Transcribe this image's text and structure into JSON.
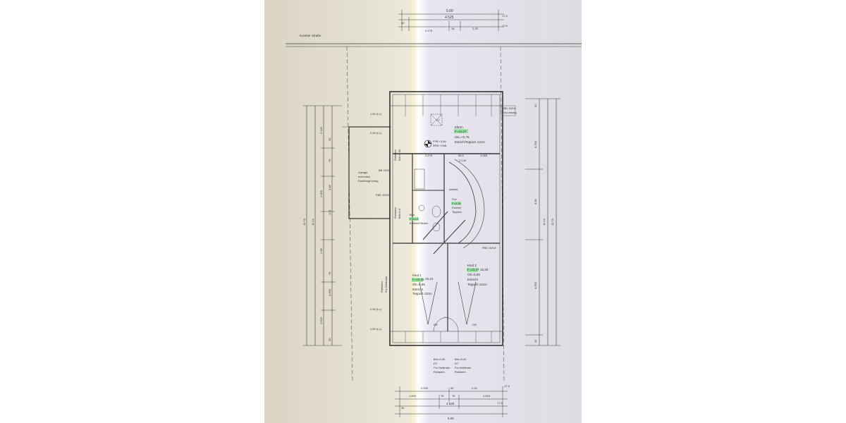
{
  "street": "Komber Straße",
  "top_dims": {
    "overall": "5.00",
    "inner": "4.525",
    "left_wall": "30",
    "seg_a": "2.175",
    "seg_b": "18",
    "seg_c": "2.25",
    "right_a": "17.5",
    "right_b": "17.5"
  },
  "bottom_dims": {
    "overall": "5.00",
    "inner": "4.525",
    "seg_a": "2.205",
    "seg_b": "30",
    "seg_c": "2.20",
    "seg_d": "17.5",
    "sub_a": "1.605",
    "sub_b": "76",
    "sub_c": "76",
    "sub_d": "1.615",
    "left_wall": "30",
    "right_wall": "17.5"
  },
  "left_dims": {
    "total": "11.74",
    "total_inner": "11.14",
    "a": "2.145",
    "b": "3.85",
    "c": "2.055",
    "d": "1.01",
    "e": "2.98",
    "f": "4.595",
    "g": "2.615",
    "h": "30",
    "i": "76",
    "j": "30",
    "k": "76"
  },
  "right_dims": {
    "total": "11.74",
    "total_inner": "11.14",
    "a": "3.335",
    "b": "3.85",
    "c": "4.595",
    "d": "30",
    "e": "30"
  },
  "inner_dims": {
    "d1": "1.50 (LL)",
    "d2": "2.00 (LL)",
    "d3": "2.00 (LL)",
    "d4": "1.50 (LL)",
    "h1": "2.275",
    "h2": "88.5",
    "h3": "1.065",
    "h4": "2.135"
  },
  "fbd_top": [
    "FBD 15/15",
    "Ent-Leitung"
  ],
  "fbd_tags": [
    "BB 15/20",
    "FBD 15/20",
    "FBD 15/18"
  ],
  "garage_lines": [
    "Garage",
    "extensive",
    "Dachbegrünung"
  ],
  "rolladen_a": [
    "Rolladen",
    "Brh=0,00"
  ],
  "rolladen_b": [
    "Rolladen",
    "Brh=0,0"
  ],
  "rolladen_c": [
    "Rolladen",
    "Frz.Geländer"
  ],
  "eltern": {
    "name": "Eltern",
    "area": "F=16,27",
    "ok": "OK=+5,75",
    "floor": "Estrich/Teppich 12cm"
  },
  "dach": {
    "line1": "FFB +3,80",
    "line2": "RFB +3,68"
  },
  "flur": {
    "name": "Flur",
    "area": "F=4,28",
    "floor1": "Estrich/",
    "floor2": "Teppich"
  },
  "abstell": "Abstell-",
  "bad": {
    "name": "Bad",
    "area": "F=6,01",
    "floor": "Estrich/Fliesen"
  },
  "kind1": {
    "name": "Kind 1",
    "area": "F=15,26",
    "ok": "OK=5,95",
    "floor1": "Estrich/",
    "floor2": "Teppich 12cm",
    "handnote": "15,24"
  },
  "kind2": {
    "name": "Kind 2",
    "area": "F=15,27",
    "ok": "OK=5,60",
    "floor1": "Estrich/",
    "floor2": "Teppich 12cm",
    "handnote": "15,33"
  },
  "ft": "FT",
  "gr": "GR",
  "win_notes_left": [
    "Brh=0,00",
    "DT",
    "Frz.Geländer",
    "Rolladen"
  ],
  "win_notes_right": [
    "Brh=0,00",
    "DT",
    "Frz.Geländer",
    "Rolladen"
  ],
  "colors": {
    "paper_left": "#dad4c3",
    "paper_right": "#dedbe2",
    "ink": "#3b3b3b",
    "highlight": "#7ee68a"
  }
}
